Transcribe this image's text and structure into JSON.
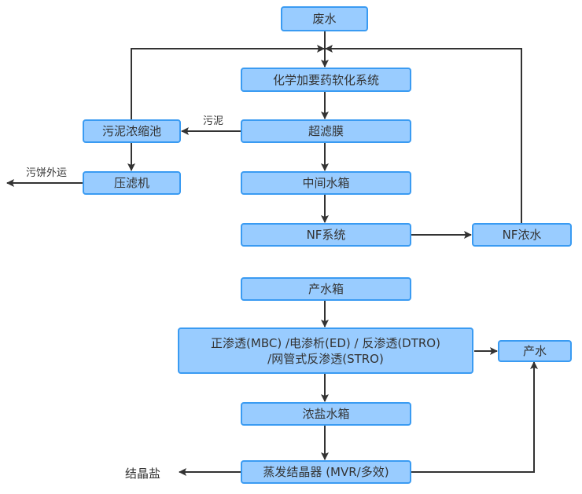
{
  "nodes": {
    "wastewater": "废水",
    "softening": "化学加要药软化系统",
    "ultrafiltration": "超滤膜",
    "intermediate_tank": "中间水箱",
    "nf_system": "NF系统",
    "nf_concentrate": "NF浓水",
    "sludge_thickener": "污泥浓缩池",
    "filter_press": "压滤机",
    "product_tank": "产水箱",
    "membrane_line1": "正渗透(MBC) /电渗析(ED) / 反渗透(DTRO)",
    "membrane_line2": "/网管式反渗透(STRO)",
    "product_water": "产水",
    "brine_tank": "浓盐水箱",
    "evaporator": "蒸发结晶器 (MVR/多效)"
  },
  "edge_labels": {
    "sludge": "污泥",
    "cake_out": "污饼外运",
    "crystal_salt": "结晶盐"
  },
  "colors": {
    "node_fill": "#99ccff",
    "node_border": "#3a9bf2",
    "line": "#333333"
  }
}
